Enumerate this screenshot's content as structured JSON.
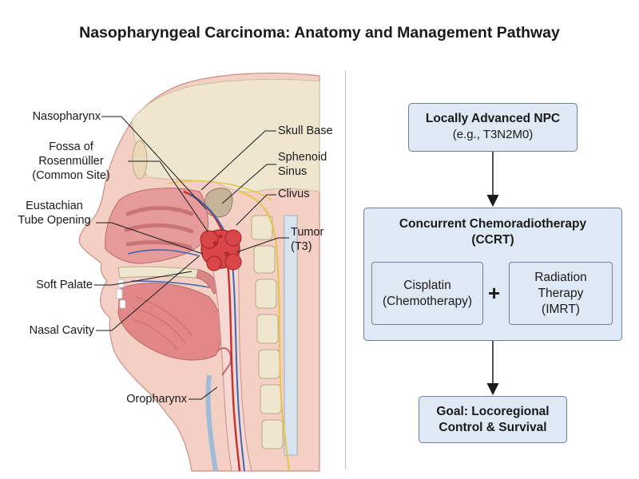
{
  "title": "Nasopharyngeal Carcinoma: Anatomy and Management Pathway",
  "anatomy": {
    "labels": {
      "nasopharynx": "Nasopharynx",
      "fossa_line1": "Fossa of",
      "fossa_line2": "Rosenmüller",
      "fossa_line3": "(Common Site)",
      "eustachian_line1": "Eustachian",
      "eustachian_line2": "Tube Opening",
      "soft_palate": "Soft Palate",
      "nasal_cavity": "Nasal Cavity",
      "oropharynx": "Oropharynx",
      "skull_base": "Skull Base",
      "sphenoid_line1": "Sphenoid",
      "sphenoid_line2": "Sinus",
      "clivus": "Clivus",
      "tumor_line1": "Tumor",
      "tumor_line2": "(T3)"
    }
  },
  "pathway": {
    "stage_box": {
      "line1": "Locally Advanced NPC",
      "line2": "(e.g., T3N2M0)"
    },
    "ccrt_box": {
      "line1": "Concurrent Chemoradiotherapy",
      "line2": "(CCRT)",
      "chemo": {
        "line1": "Cisplatin",
        "line2": "(Chemotherapy)"
      },
      "plus": "+",
      "radiation": {
        "line1": "Radiation",
        "line2": "Therapy",
        "line3": "(IMRT)"
      }
    },
    "goal_box": {
      "line1": "Goal: Locoregional",
      "line2": "Control & Survival"
    }
  },
  "colors": {
    "box_fill": "#dfe9f5",
    "box_border": "#6f7f94",
    "tumor": "#d9464a",
    "skin": "#f4cfc4",
    "mucosa": "#e79a9a",
    "bone": "#efe6cf"
  }
}
